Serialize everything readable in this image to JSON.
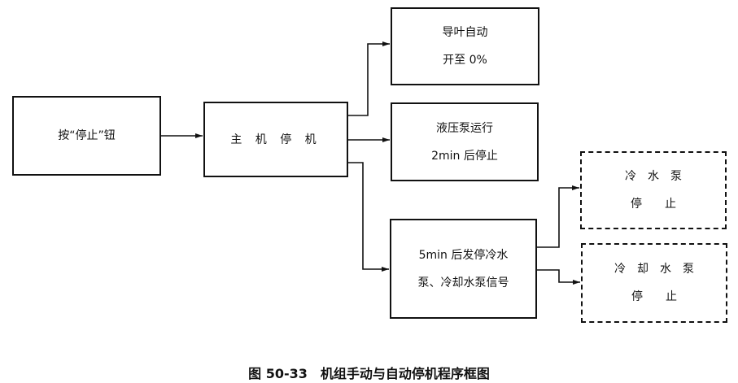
{
  "nodes": {
    "press_stop": "按“停止”钮",
    "main_stop": "主 机 停 机",
    "guide_vane": [
      "导叶自动",
      "开至 0%"
    ],
    "hydraulic_pump": [
      "液压泵运行",
      "2min 后停止"
    ],
    "signal": [
      "5min 后发停冷水",
      "泵、冷却水泵信号"
    ],
    "chilled_pump": [
      "冷　水　泵",
      "停　　止"
    ],
    "cooling_pump": [
      "冷　却　水　泵",
      "停　　止"
    ]
  },
  "caption": "图 50-33　机组手动与自动停机程序框图"
}
